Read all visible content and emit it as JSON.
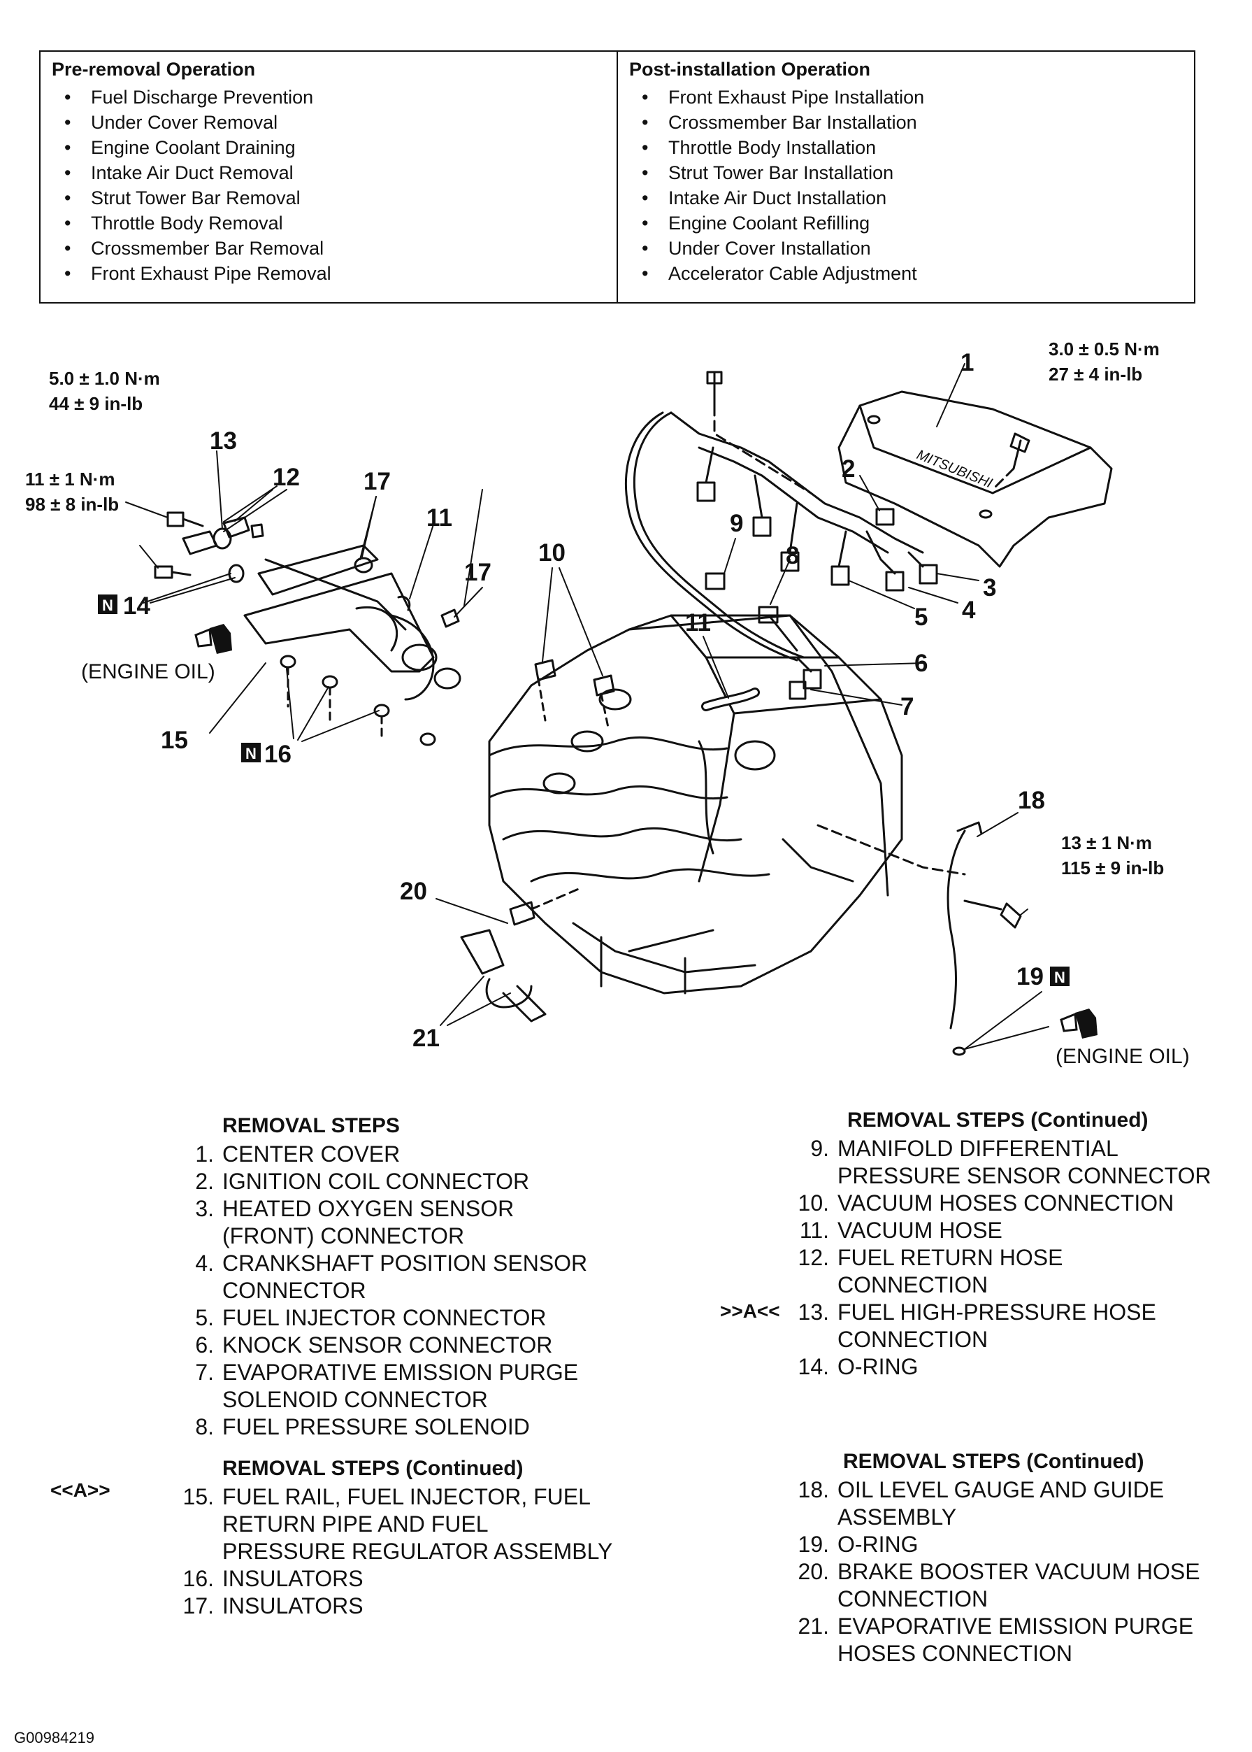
{
  "pre_removal": {
    "title": "Pre-removal Operation",
    "items": [
      "Fuel Discharge Prevention",
      "Under Cover Removal",
      "Engine Coolant Draining",
      "Intake Air Duct Removal",
      "Strut Tower Bar Removal",
      "Throttle Body Removal",
      "Crossmember Bar Removal",
      "Front Exhaust Pipe Removal"
    ]
  },
  "post_installation": {
    "title": "Post-installation Operation",
    "items": [
      "Front Exhaust Pipe Installation",
      "Crossmember Bar Installation",
      "Throttle Body Installation",
      "Strut Tower Bar Installation",
      "Intake Air Duct Installation",
      "Engine Coolant Refilling",
      "Under Cover Installation",
      "Accelerator Cable Adjustment"
    ]
  },
  "diagram": {
    "torque_13": [
      "5.0 ± 1.0 N·m",
      "44 ± 9 in-lb"
    ],
    "torque_14": [
      "11 ± 1 N·m",
      "98 ± 8 in-lb"
    ],
    "torque_1": [
      "3.0 ± 0.5 N·m",
      "27 ± 4 in-lb"
    ],
    "torque_18": [
      "13 ± 1 N·m",
      "115 ± 9 in-lb"
    ],
    "engine_oil_label": "(ENGINE OIL)",
    "new_part_mark": "N",
    "cover_text": "MITSUBISHI",
    "callouts": {
      "c1": "1",
      "c2": "2",
      "c3": "3",
      "c4": "4",
      "c5": "5",
      "c6": "6",
      "c7": "7",
      "c8": "8",
      "c9": "9",
      "c10a": "10",
      "c11a": "11",
      "c11b": "11",
      "c12": "12",
      "c13": "13",
      "c14": "14",
      "c15": "15",
      "c16": "16",
      "c17a": "17",
      "c17b": "17",
      "c18": "18",
      "c19": "19",
      "c20": "20",
      "c21": "21"
    }
  },
  "removal_steps_1": {
    "title": "REMOVAL STEPS",
    "steps": [
      {
        "n": "1.",
        "t": "CENTER COVER"
      },
      {
        "n": "2.",
        "t": "IGNITION COIL CONNECTOR"
      },
      {
        "n": "3.",
        "t": "HEATED OXYGEN SENSOR (FRONT) CONNECTOR"
      },
      {
        "n": "4.",
        "t": "CRANKSHAFT POSITION SENSOR CONNECTOR"
      },
      {
        "n": "5.",
        "t": "FUEL INJECTOR CONNECTOR"
      },
      {
        "n": "6.",
        "t": "KNOCK SENSOR CONNECTOR"
      },
      {
        "n": "7.",
        "t": "EVAPORATIVE EMISSION PURGE SOLENOID CONNECTOR"
      },
      {
        "n": "8.",
        "t": "FUEL PRESSURE SOLENOID"
      }
    ]
  },
  "removal_steps_2": {
    "title": "REMOVAL STEPS (Continued)",
    "marker": ">>A<<",
    "steps": [
      {
        "n": "9.",
        "t": "MANIFOLD DIFFERENTIAL PRESSURE SENSOR CONNECTOR"
      },
      {
        "n": "10.",
        "t": "VACUUM HOSES CONNECTION"
      },
      {
        "n": "11.",
        "t": "VACUUM HOSE"
      },
      {
        "n": "12.",
        "t": "FUEL RETURN HOSE CONNECTION"
      },
      {
        "n": "13.",
        "t": "FUEL HIGH-PRESSURE HOSE CONNECTION"
      },
      {
        "n": "14.",
        "t": "O-RING"
      }
    ]
  },
  "removal_steps_3": {
    "title": "REMOVAL STEPS (Continued)",
    "marker": "<<A>>",
    "steps": [
      {
        "n": "15.",
        "t": "FUEL RAIL, FUEL INJECTOR, FUEL RETURN PIPE AND FUEL PRESSURE REGULATOR ASSEMBLY"
      },
      {
        "n": "16.",
        "t": "INSULATORS"
      },
      {
        "n": "17.",
        "t": "INSULATORS"
      }
    ]
  },
  "removal_steps_4": {
    "title": "REMOVAL STEPS (Continued)",
    "steps": [
      {
        "n": "18.",
        "t": "OIL LEVEL GAUGE AND GUIDE ASSEMBLY"
      },
      {
        "n": "19.",
        "t": "O-RING"
      },
      {
        "n": "20.",
        "t": "BRAKE BOOSTER VACUUM HOSE CONNECTION"
      },
      {
        "n": "21.",
        "t": "EVAPORATIVE EMISSION PURGE HOSES CONNECTION"
      }
    ]
  },
  "figure_code": "G00984219"
}
